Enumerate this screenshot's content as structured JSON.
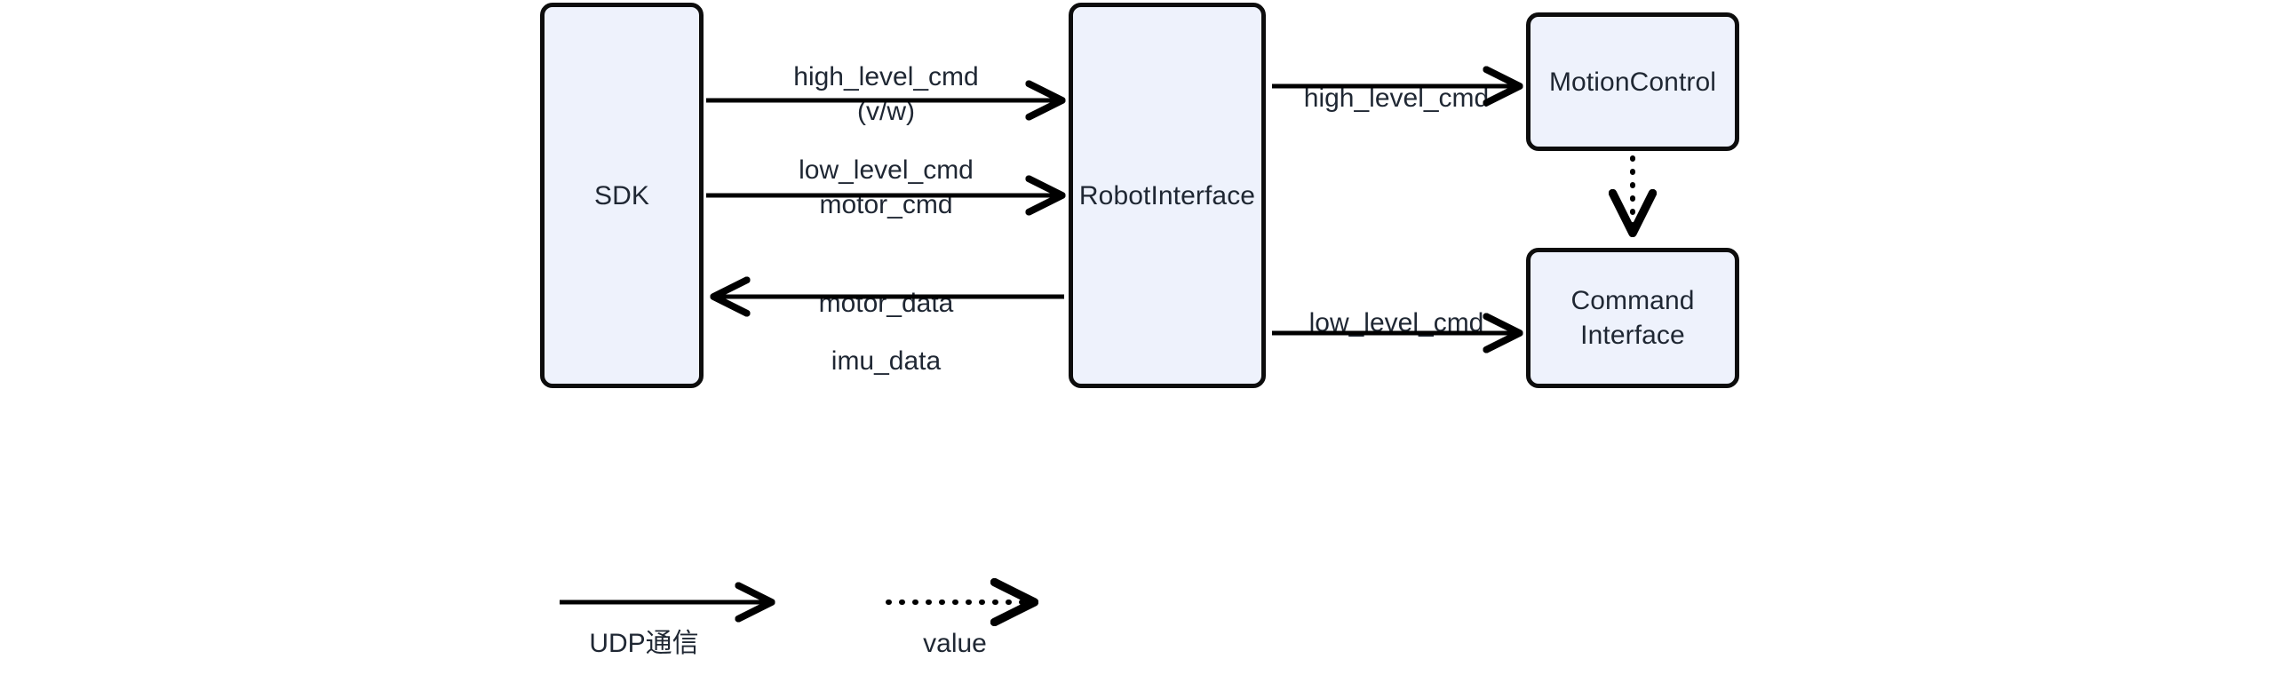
{
  "diagram": {
    "title": "Robot SDK communication architecture",
    "colors": {
      "node_fill": "#eef2fc",
      "node_stroke": "#0d0d0d",
      "text": "#1f2733",
      "edge": "#000000",
      "background": "#ffffff"
    },
    "nodes": [
      {
        "id": "sdk",
        "label": "SDK"
      },
      {
        "id": "robot_interface",
        "label": "RobotInterface"
      },
      {
        "id": "motion_control",
        "label": "MotionControl"
      },
      {
        "id": "command_interface",
        "label": "Command\nInterface"
      }
    ],
    "edges": [
      {
        "id": "e1",
        "from": "sdk",
        "to": "robot_interface",
        "label": "high_level_cmd\n(v/w)",
        "style": "solid",
        "direction": "right"
      },
      {
        "id": "e2",
        "from": "sdk",
        "to": "robot_interface",
        "label": "low_level_cmd\nmotor_cmd",
        "style": "solid",
        "direction": "right"
      },
      {
        "id": "e3",
        "from": "robot_interface",
        "to": "sdk",
        "label_above": "motor_data",
        "label_below": "imu_data",
        "style": "solid",
        "direction": "left"
      },
      {
        "id": "e4",
        "from": "robot_interface",
        "to": "motion_control",
        "label": "high_level_cmd",
        "style": "solid",
        "direction": "right"
      },
      {
        "id": "e5",
        "from": "robot_interface",
        "to": "command_interface",
        "label": "low_level_cmd",
        "style": "solid",
        "direction": "right"
      },
      {
        "id": "e6",
        "from": "motion_control",
        "to": "command_interface",
        "label": "",
        "style": "dotted",
        "direction": "down"
      }
    ],
    "legend": [
      {
        "id": "legend_udp",
        "label": "UDP通信",
        "style": "solid"
      },
      {
        "id": "legend_value",
        "label": "value",
        "style": "dotted"
      }
    ]
  }
}
